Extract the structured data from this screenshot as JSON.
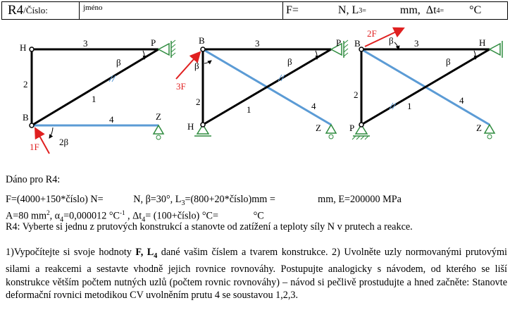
{
  "header": {
    "title": "R4",
    "title_suffix": "/Číslo:",
    "name_label": "jméno",
    "f_label": "F=",
    "n_unit": "N,",
    "l3_label": "L",
    "l3_sub": "3=",
    "mm_unit": "mm,",
    "dt_label": "Δt",
    "dt_sub": "4=",
    "c_unit": "°C"
  },
  "figures": {
    "fig1": {
      "H": "H",
      "P": "P",
      "B": "B",
      "Z": "Z",
      "m1": "1",
      "m2": "2",
      "m3": "3",
      "m4": "4",
      "beta": "β",
      "two_beta": "2β",
      "force": "1F"
    },
    "fig2": {
      "B": "B",
      "P": "P",
      "H": "H",
      "Z": "Z",
      "m1": "1",
      "m2": "2",
      "m3": "3",
      "m4": "4",
      "beta": "β",
      "beta2": "β",
      "force": "3F"
    },
    "fig3": {
      "B": "B",
      "H": "H",
      "P": "P",
      "Z": "Z",
      "m1": "1",
      "m2": "2",
      "m3": "3",
      "m4": "4",
      "beta": "β",
      "beta2": "β",
      "force": "2F"
    }
  },
  "text": {
    "given": "Dáno pro R4:",
    "l1_a": "F=(4000+150*číslo) N=",
    "l1_b": "N,  β=30°, L",
    "l1_b_sub": "3",
    "l1_c": "=(800+20*číslo)mm =",
    "l1_d": "mm, E=200000 MPa",
    "l2_a": "A=80 mm",
    "l2_a_sup": "2",
    "l2_b": ", α",
    "l2_b_sub": "4",
    "l2_c": "=0,000012 °C",
    "l2_c_sup": "-1",
    "l2_d": " , Δt",
    "l2_d_sub": "4",
    "l2_e": "= (100+číslo) °C=",
    "l2_f": "°C",
    "task": "R4: Vyberte si jednu z prutových konstrukcí a stanovte od zatížení a teploty síly N v prutech a reakce.",
    "p1": "1)Vypočítejte si svoje hodnoty ",
    "p1_bold1": "F, L",
    "p1_bold1_sub": "4",
    "p1_rest": " dané vašim číslem a tvarem konstrukce. 2) Uvolněte uzly normovanými prutovými silami a reakcemi a sestavte vhodně jejich rovnice rovnováhy. Postupujte analogicky s návodem, od kterého se liší konstrukce větším počtem nutných uzlů (počtem rovnic rovnováhy) – návod si pečlivě prostudujte a hned začněte:  Stanovte deformační rovnici metodikou CV uvolněním prutu 4 se soustavou 1,2,3."
  },
  "colors": {
    "black_member": "#000000",
    "blue_member": "#5b9bd5",
    "support": "#2e8b3e",
    "force": "#e02020"
  }
}
